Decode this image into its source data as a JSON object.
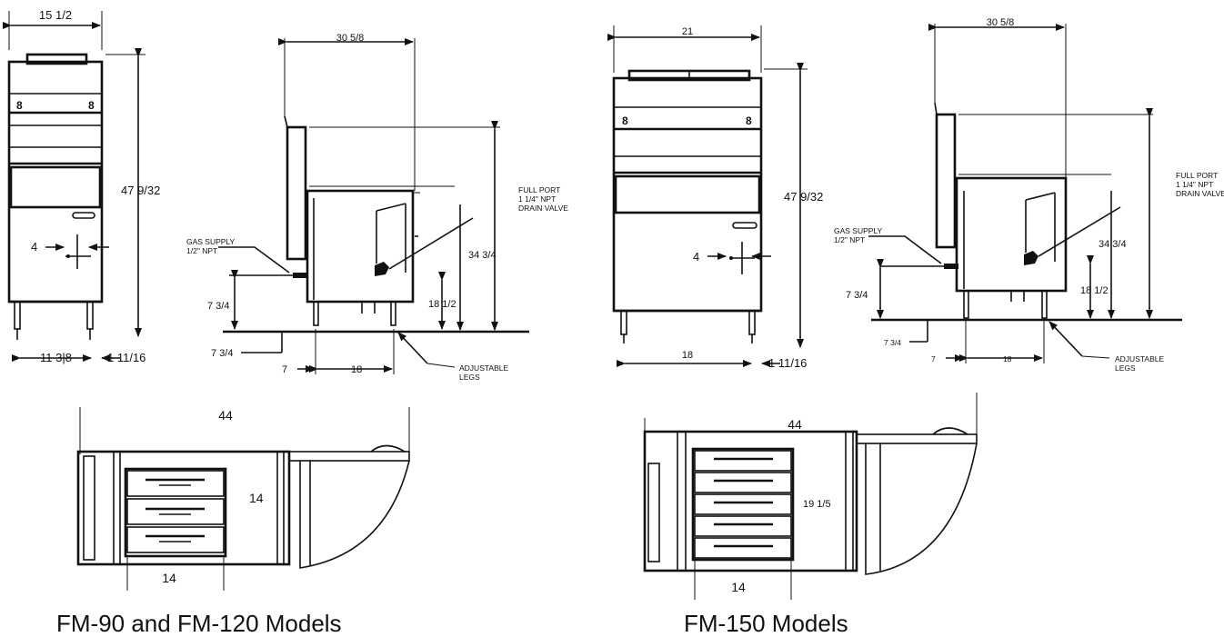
{
  "left": {
    "title": "FM-90 and FM-120 Models",
    "front": {
      "width": "15 1/2",
      "height": "47 9/32",
      "flue": "4",
      "legs": "11 3|8",
      "offset": "1 11/16"
    },
    "side": {
      "depth": "30 5/8",
      "gas_supply": "GAS SUPPLY\n1/2\" NPT",
      "drain_valve": "FULL PORT\n1 1/4\" NPT\nDRAIN VALVE",
      "h_34": "34 3/4",
      "h_18": "18 1/2",
      "h_7_left": "7 3/4",
      "h_7_bottom": "7 3/4",
      "leg_spacing": "18",
      "leg_offset": "7",
      "adjustable_legs": "ADJUSTABLE\nLEGS"
    },
    "top": {
      "width": "44",
      "depth": "14",
      "pot_width": "14"
    }
  },
  "right": {
    "title": "FM-150 Models",
    "front": {
      "width": "21",
      "height": "47 9/32",
      "flue": "4",
      "legs": "18",
      "offset": "1 11/16"
    },
    "side": {
      "depth": "30 5/8",
      "gas_supply": "GAS SUPPLY\n1/2\" NPT",
      "drain_valve": "FULL PORT\n1 1/4\" NPT\nDRAIN VALVE",
      "h_34": "34 3/4",
      "h_18": "18 1/2",
      "h_7_left": "7 3/4",
      "h_7_bottom": "7 3/4",
      "leg_spacing": "18",
      "leg_offset": "7",
      "adjustable_legs": "ADJUSTABLE\nLEGS"
    },
    "top": {
      "width": "44",
      "depth": "19 1/5",
      "pot_width": "14"
    }
  }
}
